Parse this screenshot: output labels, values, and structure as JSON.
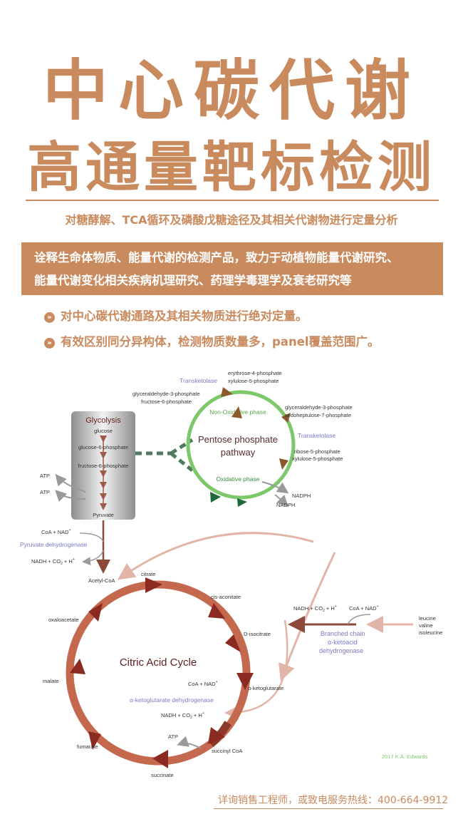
{
  "header": {
    "title_line1": "中心碳代谢",
    "title_line2": "高通量靶标检测",
    "subtitle": "对糖酵解、TCA循环及磷酸戊糖途径及其相关代谢物进行定量分析"
  },
  "intro": {
    "line1": "诠释生命体物质、能量代谢的检测产品，致力于动植物能量代谢研究、",
    "line2": "能量代谢变化相关疾病机理研究、药理学毒理学及衰老研究等"
  },
  "bullets": [
    {
      "icon": "double-chevron-icon",
      "text": "对中心碳代谢通路及其相关物质进行绝对定量。"
    },
    {
      "icon": "double-chevron-icon",
      "text": "有效区别同分异构体，检测物质数量多，panel覆盖范围广。"
    }
  ],
  "diagram": {
    "glycolysis": {
      "title": "Glycolysis",
      "steps": [
        "glucose",
        "glucose-6-phosphate",
        "fructose-6-phosphate",
        "Pyruvate"
      ],
      "atp1": "ATP",
      "atp2": "ATP"
    },
    "ppp": {
      "title_line1": "Pentose phosphate",
      "title_line2": "pathway",
      "non_oxidative": "Non-Oxidative phase",
      "oxidative": "Oxidative phase",
      "transketolase_top": "Transketolase",
      "transketolase_right": "Transketolase",
      "top_right_1": "erythrose-4-phosphate",
      "top_right_2": "xylulose-5-phosphate",
      "top_left_1": "glyceraldehyde-3-phosphate",
      "top_left_2": "fructose-6-phosphate",
      "right_1": "glyceraldehyde-3-phosphate",
      "right_2": "sedoheptulose-7-phosphate",
      "right_3": "ribose-5-phosphate",
      "right_4": "xylulose-5-phosphate",
      "nadph1": "NADPH",
      "nadph2": "NADPH"
    },
    "pdh": {
      "coa_nad": "CoA + NAD",
      "enzyme": "Pyruvate dehydrogenase",
      "products": "NADH + CO",
      "acetyl_coa": "Acetyl-CoA"
    },
    "tca": {
      "title": "Citric Acid Cycle",
      "citrate": "citrate",
      "cis_aconitate": "cis-aconitate",
      "d_isocitrate": "D-isocitrate",
      "alpha_ketoglutarate": "α-ketoglutarate",
      "succinyl_coa": "succinyl CoA",
      "succinate": "succinate",
      "fumarate": "fumarate",
      "malate": "malate",
      "oxaloacetate": "oxaloacetate",
      "akg_coa_nad": "CoA + NAD",
      "akg_enzyme": "α-ketoglutarate dehydrogenase",
      "akg_products": "NADH + CO",
      "atp": "ATP"
    },
    "bcaa": {
      "nadh_co2": "NADH + CO",
      "coa_nad": "CoA + NAD",
      "enzyme_1": "Branched chain",
      "enzyme_2": "α-ketoacid",
      "enzyme_3": "dehydrogenase",
      "leucine": "leucine",
      "valine": "valine",
      "isoleucine": "isoleucine"
    },
    "credit": "2017 K.A. Edwards",
    "colors": {
      "ppp_green": "#7dc86a",
      "tca_brown": "#c4684e",
      "arrow_dark": "#8b2a20",
      "enzyme_blue": "#7a79c8",
      "glycolysis_dark": "#6a1e1e"
    }
  },
  "footer": {
    "contact": "详询销售工程师，或致电服务热线：400-664-9912"
  },
  "theme": {
    "accent": "#c98a5d"
  }
}
